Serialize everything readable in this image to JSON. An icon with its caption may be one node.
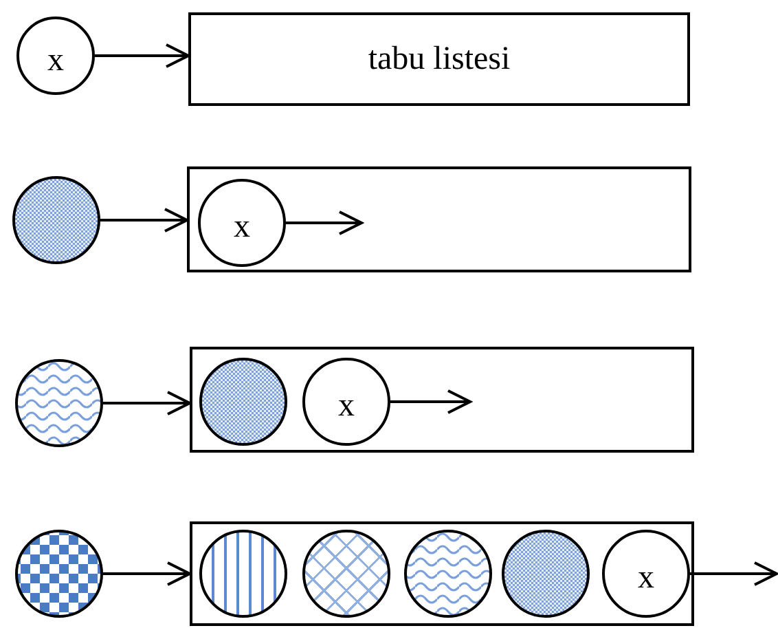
{
  "diagram": {
    "nodes": [
      {
        "text": [
          "x"
        ]
      },
      {
        "text": [
          "tabu listesi"
        ]
      },
      {
        "text": [],
        "shape": "circle"
      },
      {
        "text": [],
        "shape": "box"
      },
      {
        "text": [
          "x"
        ],
        "in": 3
      },
      {
        "text": [],
        "shape": "circle"
      },
      {
        "text": [],
        "shape": "box"
      },
      {
        "text": [],
        "shape": "circle",
        "in": 6
      },
      {
        "text": [
          "x"
        ],
        "in": 6
      },
      {
        "text": [],
        "shape": "circle"
      },
      {
        "text": [],
        "shape": "box"
      },
      {
        "text": [],
        "shape": "circle",
        "in": 10
      },
      {
        "text": [],
        "shape": "circle",
        "in": 10
      },
      {
        "text": [],
        "shape": "circle",
        "in": 10
      },
      {
        "text": [],
        "shape": "circle",
        "in": 10
      },
      {
        "text": [
          "x"
        ],
        "in": 10
      }
    ],
    "edges": [
      {
        "from": 0,
        "to": 1,
        "arrow": "to"
      },
      {
        "from": 2,
        "to": 3,
        "arrow": "to"
      },
      {
        "from": 4,
        "to": null,
        "arrow": "to"
      },
      {
        "from": 5,
        "to": 6,
        "arrow": "to"
      },
      {
        "from": 8,
        "to": null,
        "arrow": "to"
      },
      {
        "from": 9,
        "to": 10,
        "arrow": "to"
      },
      {
        "from": 15,
        "to": null,
        "arrow": "to"
      }
    ]
  }
}
